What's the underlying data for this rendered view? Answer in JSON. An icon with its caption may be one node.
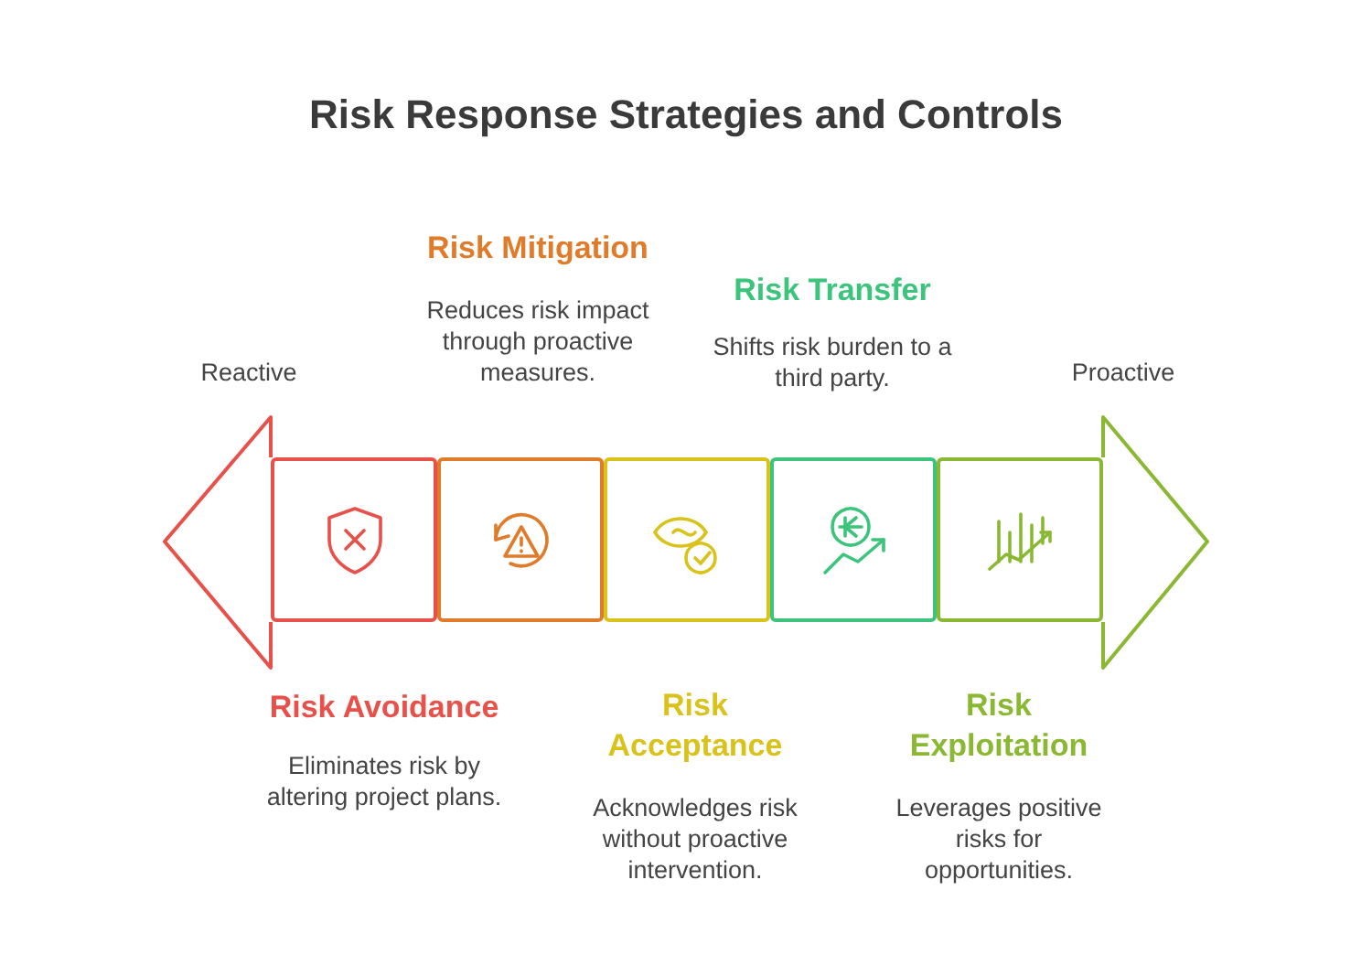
{
  "diagram": {
    "title": "Risk Response Strategies and Controls",
    "nodes": [
      {
        "text": [
          "Risk Avoidance",
          "Eliminates risk by altering project plans."
        ]
      },
      {
        "text": [
          "Risk Mitigation",
          "Reduces risk impact through proactive measures."
        ]
      },
      {
        "text": [
          "Risk Acceptance",
          "Acknowledges risk without proactive intervention."
        ]
      },
      {
        "text": [
          "Risk Transfer",
          "Shifts risk burden to a third party."
        ]
      },
      {
        "text": [
          "Risk Exploitation",
          "Leverages positive risks for opportunities."
        ]
      }
    ],
    "edges": [],
    "labels": [
      "Reactive",
      "Proactive"
    ]
  }
}
